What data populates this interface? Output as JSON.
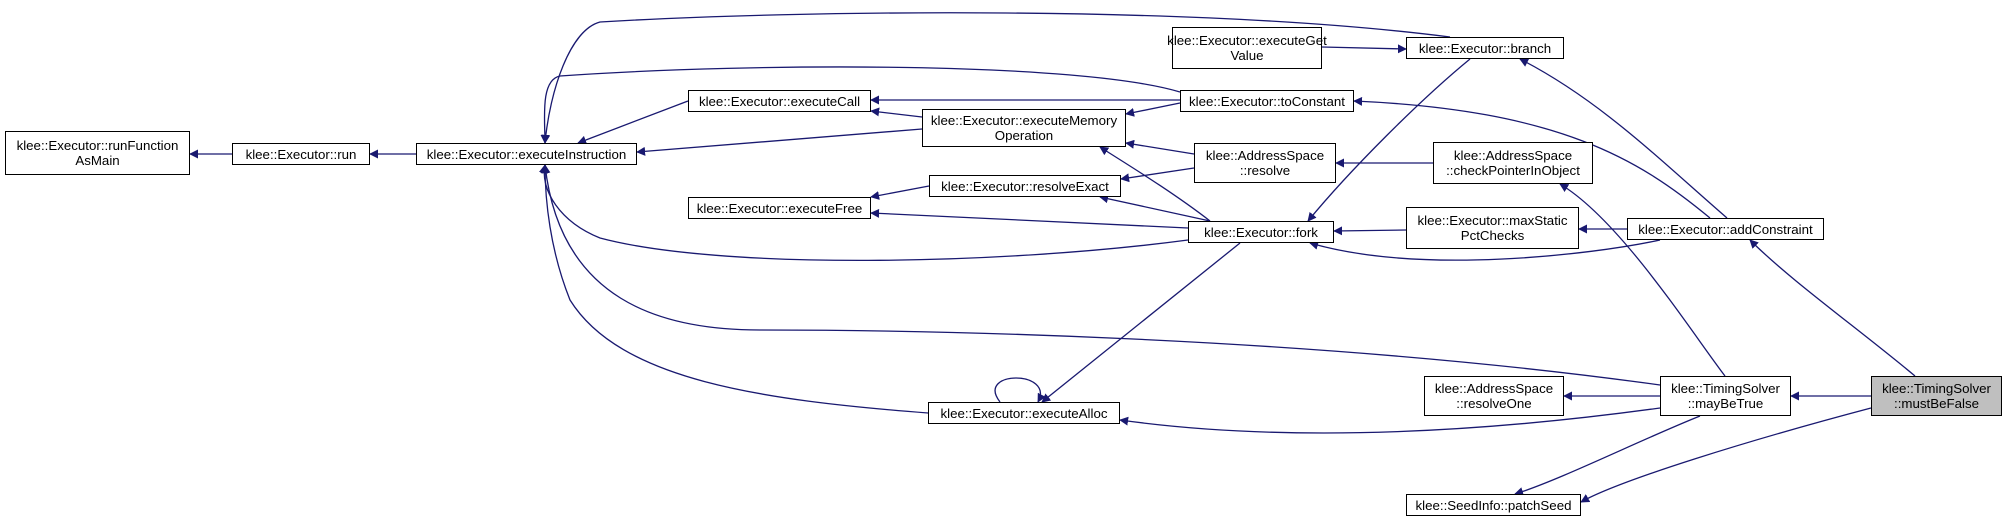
{
  "graph": {
    "edge_color": "#191970",
    "focus_fill": "#bfbfbf",
    "nodes": {
      "runFunctionAsMain": [
        "klee::Executor::runFunction",
        "AsMain"
      ],
      "run": [
        "klee::Executor::run"
      ],
      "executeInstruction": [
        "klee::Executor::executeInstruction"
      ],
      "executeCall": [
        "klee::Executor::executeCall"
      ],
      "executeMemoryOperation": [
        "klee::Executor::executeMemory",
        "Operation"
      ],
      "executeFree": [
        "klee::Executor::executeFree"
      ],
      "resolveExact": [
        "klee::Executor::resolveExact"
      ],
      "executeAlloc": [
        "klee::Executor::executeAlloc"
      ],
      "executeGetValue": [
        "klee::Executor::executeGet",
        "Value"
      ],
      "toConstant": [
        "klee::Executor::toConstant"
      ],
      "asResolve": [
        "klee::AddressSpace",
        "::resolve"
      ],
      "fork": [
        "klee::Executor::fork"
      ],
      "branch": [
        "klee::Executor::branch"
      ],
      "checkPointerInObject": [
        "klee::AddressSpace",
        "::checkPointerInObject"
      ],
      "maxStaticPctChecks": [
        "klee::Executor::maxStatic",
        "PctChecks"
      ],
      "resolveOne": [
        "klee::AddressSpace",
        "::resolveOne"
      ],
      "patchSeed": [
        "klee::SeedInfo::patchSeed"
      ],
      "addConstraint": [
        "klee::Executor::addConstraint"
      ],
      "mayBeTrue": [
        "klee::TimingSolver",
        "::mayBeTrue"
      ],
      "mustBeFalse": [
        "klee::TimingSolver",
        "::mustBeFalse"
      ]
    }
  }
}
